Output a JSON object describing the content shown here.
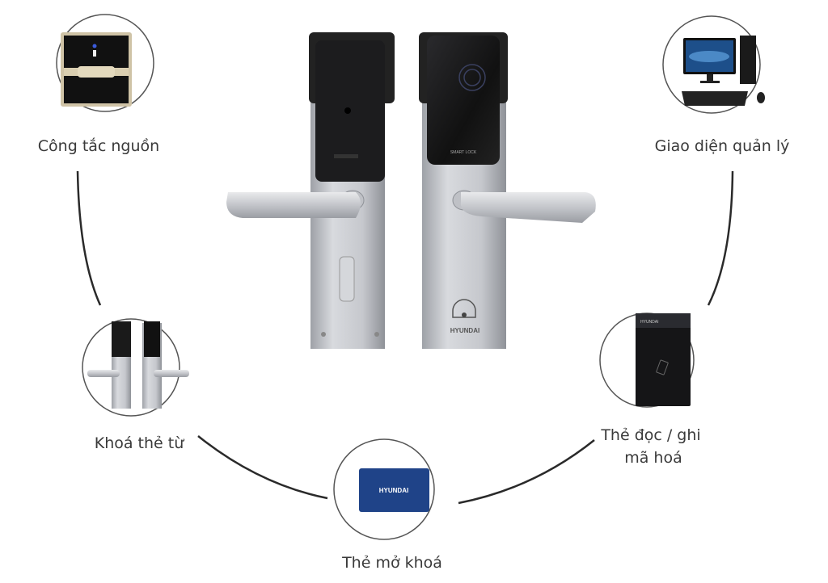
{
  "nodes": {
    "power_switch": {
      "label": "Công tắc nguồn"
    },
    "management_interface": {
      "label": "Giao diện quản lý"
    },
    "card_lock": {
      "label": "Khoá thẻ từ"
    },
    "card_encoder": {
      "label_line1": "Thẻ đọc / ghi",
      "label_line2": "mã hoá",
      "brand": "HYUNDAI"
    },
    "unlock_card": {
      "label": "Thẻ mở khoá",
      "brand": "HYUNDAI"
    }
  },
  "main_lock": {
    "brand": "HYUNDAI",
    "panel_text": "SMART LOCK"
  },
  "colors": {
    "card_blue": "#1f4388",
    "lock_black": "#1a1a1a",
    "steel": "#c9cbd0",
    "line": "#2a2a2a"
  }
}
